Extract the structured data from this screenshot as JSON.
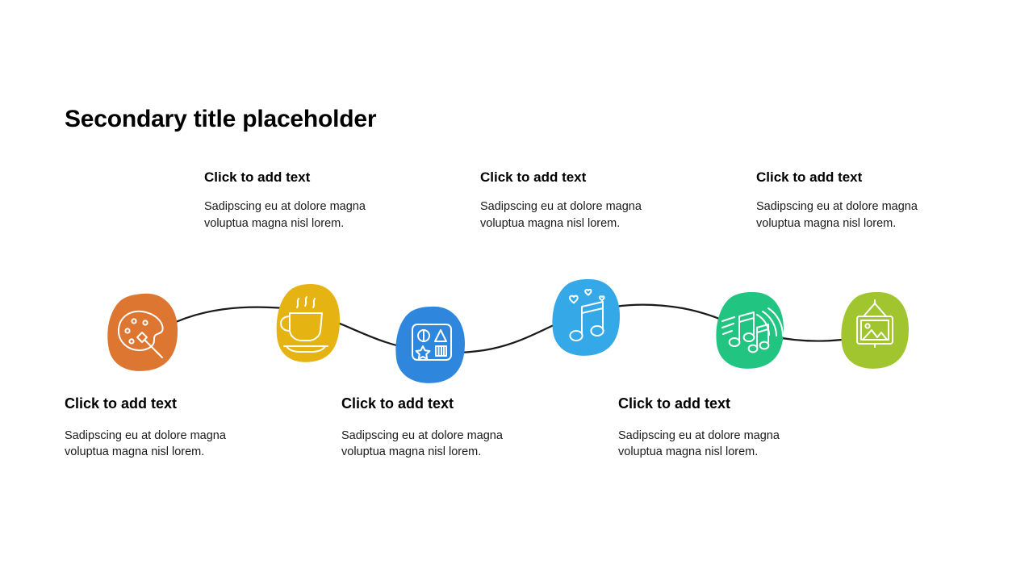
{
  "slide": {
    "title": "Secondary title placeholder",
    "background_color": "#FFFFFF"
  },
  "text_blocks": {
    "top": [
      {
        "id": "top-1",
        "heading": "Click to add text",
        "body": "Sadipscing eu at dolore magna voluptua magna nisl lorem."
      },
      {
        "id": "top-2",
        "heading": "Click to add text",
        "body": "Sadipscing eu at dolore magna voluptua magna nisl lorem."
      },
      {
        "id": "top-3",
        "heading": "Click to add text",
        "body": "Sadipscing eu at dolore magna voluptua magna nisl lorem."
      }
    ],
    "bottom": [
      {
        "id": "bottom-1",
        "heading": "Click to add text",
        "body": "Sadipscing eu at dolore magna voluptua magna nisl lorem."
      },
      {
        "id": "bottom-2",
        "heading": "Click to add text",
        "body": "Sadipscing eu at dolore magna voluptua magna nisl lorem."
      },
      {
        "id": "bottom-3",
        "heading": "Click to add text",
        "body": "Sadipscing eu at dolore magna voluptua magna nisl lorem."
      }
    ]
  },
  "flow": {
    "connector_color": "#1A1A1A",
    "icon_stroke_color": "#FFFFFF",
    "nodes": [
      {
        "id": "node-1",
        "icon": "palette-icon",
        "color": "#DD7630"
      },
      {
        "id": "node-2",
        "icon": "coffee-cup-icon",
        "color": "#E5B312"
      },
      {
        "id": "node-3",
        "icon": "shape-sorter-icon",
        "color": "#2E87DC"
      },
      {
        "id": "node-4",
        "icon": "music-notes-icon",
        "color": "#35A8E8"
      },
      {
        "id": "node-5",
        "icon": "music-waves-icon",
        "color": "#22C482"
      },
      {
        "id": "node-6",
        "icon": "picture-frame-icon",
        "color": "#A0C52E"
      }
    ]
  }
}
